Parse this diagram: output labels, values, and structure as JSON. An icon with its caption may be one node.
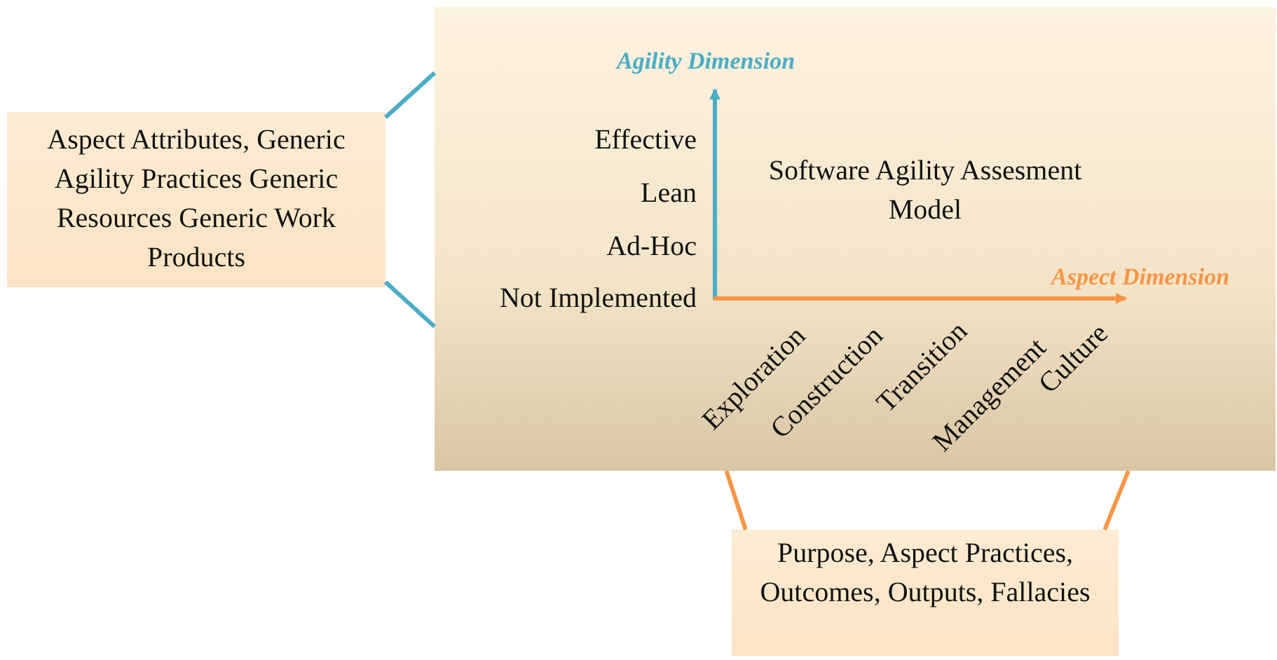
{
  "diagram": {
    "nodes": [
      {
        "text": [
          "Software Agility Assesment Model"
        ]
      },
      {
        "text": [
          "Aspect Attributes, Generic Agility Practices Generic Resources Generic Work Products"
        ]
      },
      {
        "text": [
          "Purpose, Aspect Practices, Outcomes, Outputs, Fallacies"
        ]
      }
    ],
    "edges": [
      {
        "from": 1,
        "to": 0,
        "arrow": "none",
        "color": "#4bacc6"
      },
      {
        "from": 1,
        "to": 0,
        "arrow": "none",
        "color": "#4bacc6"
      },
      {
        "from": 2,
        "to": 0,
        "arrow": "none",
        "color": "#f79646"
      },
      {
        "from": 2,
        "to": 0,
        "arrow": "none",
        "color": "#f79646"
      }
    ],
    "labels": [
      "Agility Dimension",
      "Effective",
      "Lean",
      "Ad-Hoc",
      "Not Implemented",
      "Aspect Dimension",
      "Exploration",
      "Construction",
      "Transition",
      "Management",
      "Culture"
    ]
  }
}
